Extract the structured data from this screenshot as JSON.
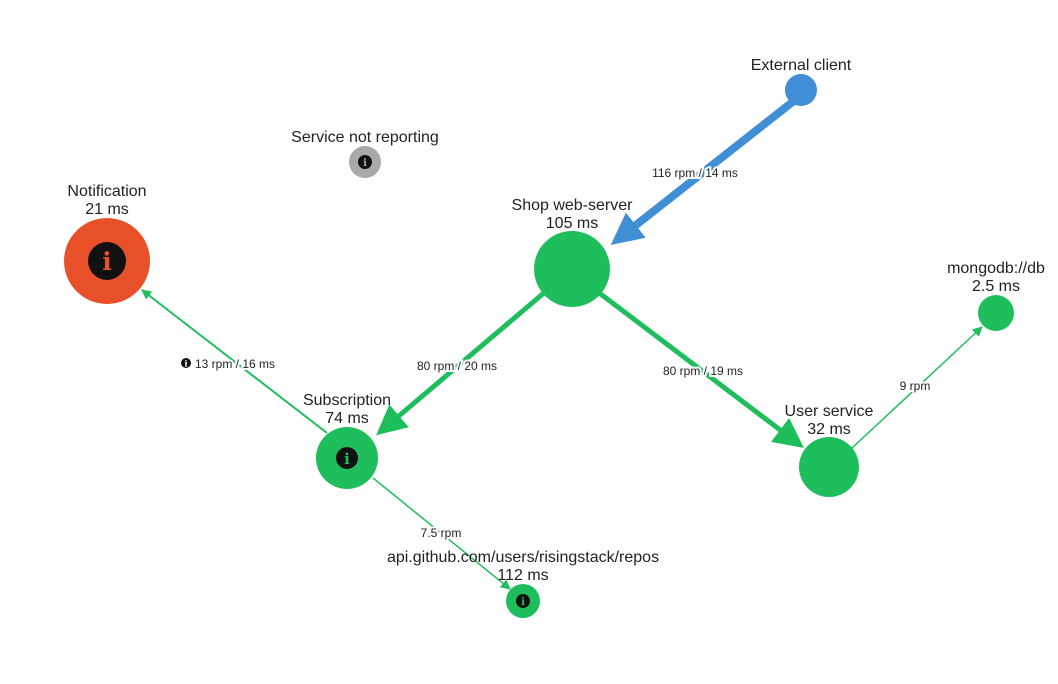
{
  "colors": {
    "healthy": "#1fbe5c",
    "error": "#e8502a",
    "inactive": "#a7aaa9",
    "external": "#3f8ed6",
    "icon_fg": "#111111",
    "icon_bg": "#111111"
  },
  "nodes": {
    "external_client": {
      "name": "External client",
      "latency": ""
    },
    "shop_web_server": {
      "name": "Shop web-server",
      "latency": "105 ms"
    },
    "service_not_reporting": {
      "name": "Service not reporting",
      "latency": ""
    },
    "notification": {
      "name": "Notification",
      "latency": "21 ms"
    },
    "subscription": {
      "name": "Subscription",
      "latency": "74 ms"
    },
    "user_service": {
      "name": "User service",
      "latency": "32 ms"
    },
    "mongodb": {
      "name": "mongodb://db",
      "latency": "2.5 ms"
    },
    "github_api": {
      "name": "api.github.com/users/risingstack/repos",
      "latency": "112 ms"
    }
  },
  "edges": {
    "client_to_shop": {
      "label": "116 rpm / 14 ms"
    },
    "shop_to_subscription": {
      "label": "80 rpm / 20 ms"
    },
    "shop_to_user": {
      "label": "80 rpm / 19 ms"
    },
    "subscription_to_notification": {
      "label": "13 rpm / 16 ms",
      "warning_icon": "info-icon"
    },
    "user_to_mongodb": {
      "label": "9 rpm"
    },
    "subscription_to_github": {
      "label": "7.5 rpm"
    }
  },
  "icons": {
    "status": "info-icon",
    "glyph": "i"
  }
}
